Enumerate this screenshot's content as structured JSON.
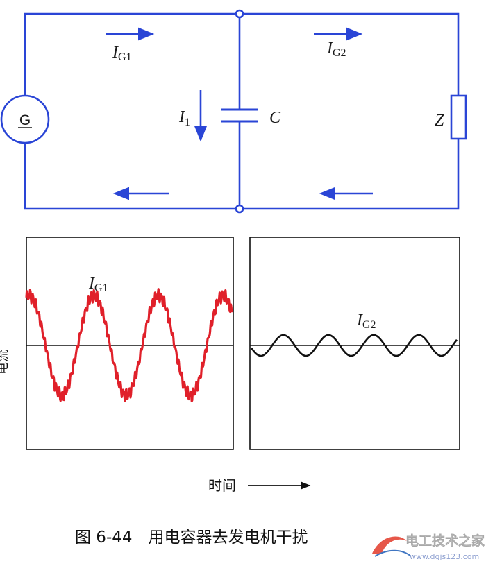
{
  "circuit": {
    "wire_color": "#2a45d6",
    "generator_label": "G",
    "i_g1": {
      "main": "I",
      "sub": "G1"
    },
    "i_g2": {
      "main": "I",
      "sub": "G2"
    },
    "i_1": {
      "main": "I",
      "sub": "1"
    },
    "capacitor_label": "C",
    "load_label": "Z"
  },
  "plots": {
    "y_axis_label": "电流",
    "x_axis_label": "时间",
    "left": {
      "curve_label": {
        "main": "I",
        "sub": "G1"
      },
      "color": "#e0202a"
    },
    "right": {
      "curve_label": {
        "main": "I",
        "sub": "G2"
      },
      "color": "#111111"
    }
  },
  "caption": "图 6-44　用电容器去发电机干扰",
  "watermark": {
    "title": "电工技术之家",
    "url": "www.dgjs123.com"
  }
}
